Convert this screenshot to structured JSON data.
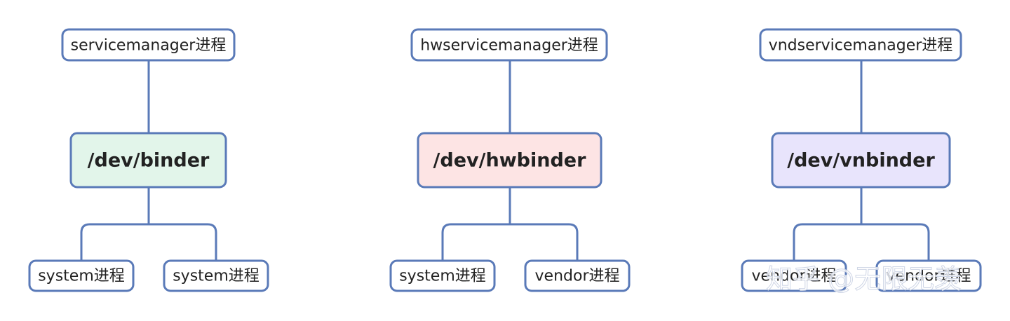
{
  "diagrams": [
    {
      "top": "servicemanager进程",
      "device": "/dev/binder",
      "device_fill": "#e2f5ea",
      "children": [
        "system进程",
        "system进程"
      ]
    },
    {
      "top": "hwservicemanager进程",
      "device": "/dev/hwbinder",
      "device_fill": "#fde4e4",
      "children": [
        "system进程",
        "vendor进程"
      ]
    },
    {
      "top": "vndservicemanager进程",
      "device": "/dev/vnbinder",
      "device_fill": "#e8e4fc",
      "children": [
        "vendor进程",
        "vendor进程"
      ]
    }
  ],
  "watermark": "知乎 @无限无羡",
  "colors": {
    "line": "#5a7ab8",
    "leaf_fill": "#ffffff"
  }
}
